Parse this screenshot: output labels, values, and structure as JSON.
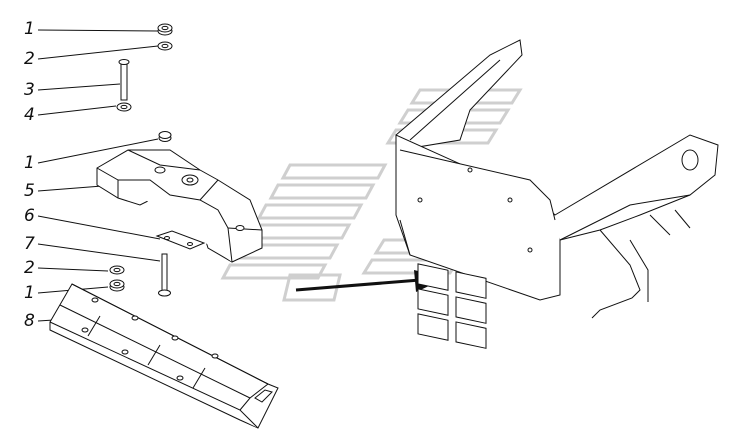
{
  "callouts": [
    {
      "id": "c1a",
      "label": "1",
      "part": "nut"
    },
    {
      "id": "c2a",
      "label": "2",
      "part": "washer"
    },
    {
      "id": "c3",
      "label": "3",
      "part": "bolt"
    },
    {
      "id": "c4",
      "label": "4",
      "part": "flat washer"
    },
    {
      "id": "c1b",
      "label": "1",
      "part": "nut"
    },
    {
      "id": "c5",
      "label": "5",
      "part": "bracket"
    },
    {
      "id": "c6",
      "label": "6",
      "part": "plate"
    },
    {
      "id": "c7",
      "label": "7",
      "part": "bolt"
    },
    {
      "id": "c2b",
      "label": "2",
      "part": "washer"
    },
    {
      "id": "c1c",
      "label": "1",
      "part": "nut"
    },
    {
      "id": "c8",
      "label": "8",
      "part": "channel beam"
    }
  ],
  "colors": {
    "line": "#111111",
    "watermark": "#cfcfcf",
    "background": "#ffffff"
  },
  "watermark": {
    "icon": "gaz-logo-watermark"
  }
}
